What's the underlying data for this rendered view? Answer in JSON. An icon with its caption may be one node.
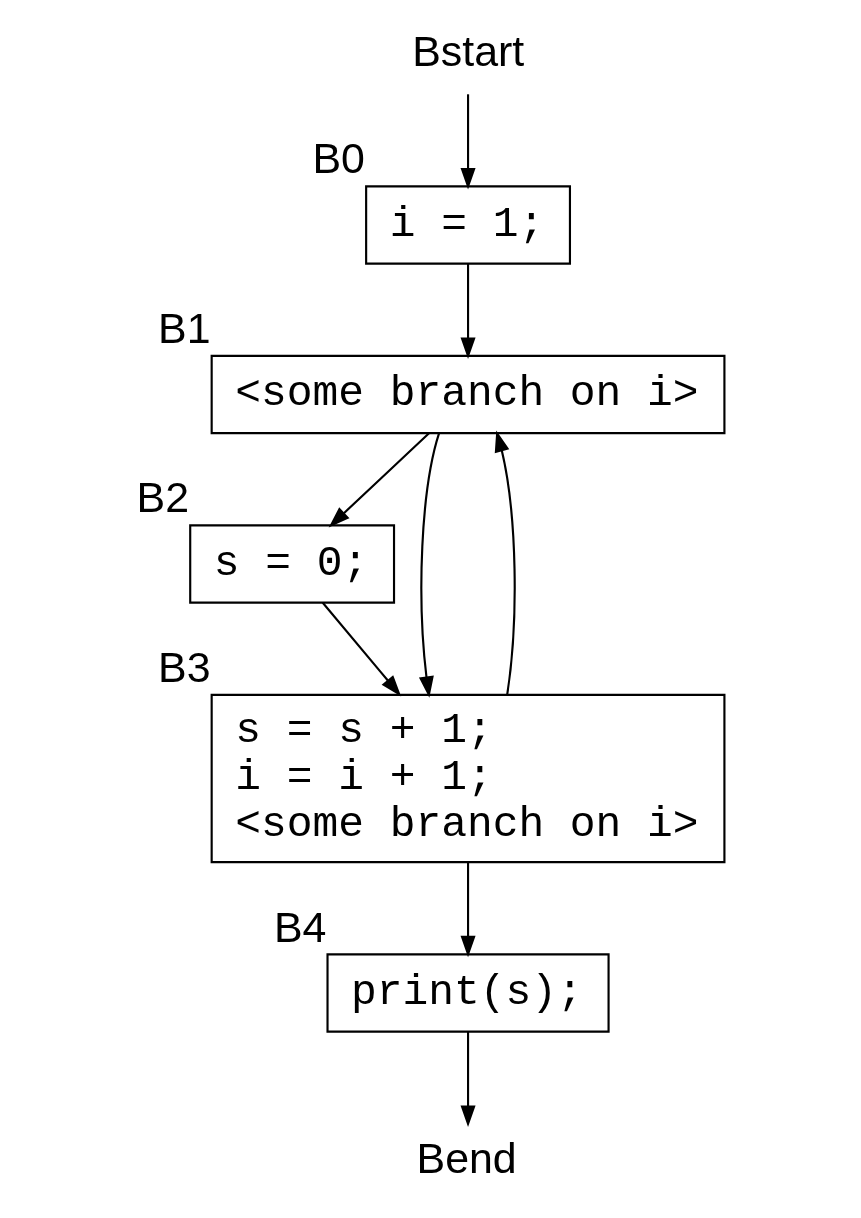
{
  "diagram": {
    "nodes": [
      {
        "text": [
          "Bstart"
        ]
      },
      {
        "text": [
          "i = 1;"
        ],
        "beside": [
          "B0"
        ]
      },
      {
        "text": [
          "<some branch on i>"
        ],
        "beside": [
          "B1"
        ]
      },
      {
        "text": [
          "s = 0;"
        ],
        "beside": [
          "B2"
        ]
      },
      {
        "text": [
          "s = s + 1;",
          "i = i + 1;",
          "<some branch on i>"
        ],
        "beside": [
          "B3"
        ]
      },
      {
        "text": [
          "print(s);"
        ],
        "beside": [
          "B4"
        ]
      },
      {
        "text": [
          "Bend"
        ]
      }
    ],
    "edges": [
      {
        "from": 0,
        "to": 1,
        "arrow": "to"
      },
      {
        "from": 1,
        "to": 2,
        "arrow": "to"
      },
      {
        "from": 2,
        "to": 4,
        "arrow": "to"
      },
      {
        "from": 2,
        "to": 3,
        "arrow": "to"
      },
      {
        "from": 3,
        "to": 4,
        "arrow": "to"
      },
      {
        "from": 4,
        "to": 2,
        "arrow": "to"
      },
      {
        "from": 4,
        "to": 5,
        "arrow": "to"
      },
      {
        "from": 5,
        "to": 6,
        "arrow": "to"
      }
    ]
  }
}
